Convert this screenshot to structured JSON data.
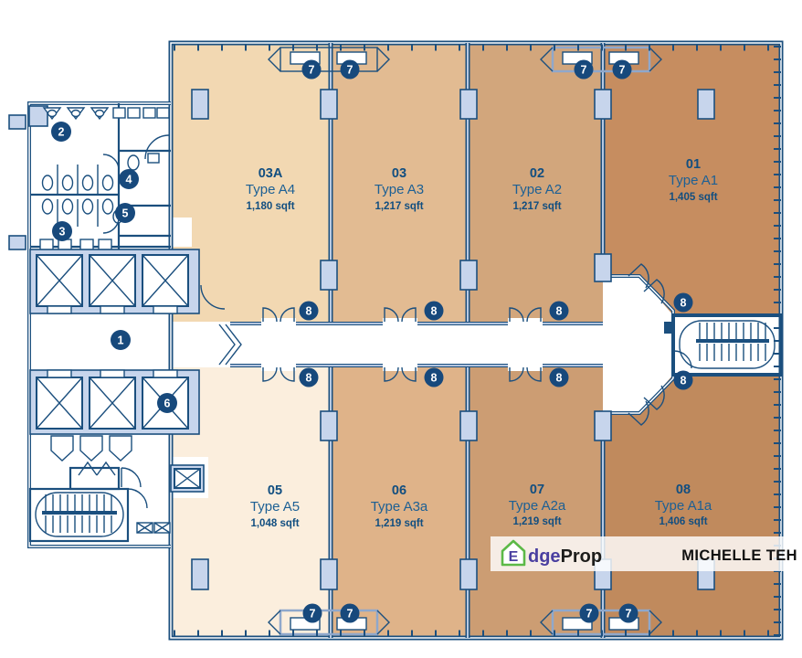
{
  "palette": {
    "line": "#1b4f7e",
    "wall_fill": "#c7d5ec",
    "marker_bg": "#17497c",
    "text_navy": "#114e80",
    "text_type": "#1d6094",
    "band_bg": "rgba(255,255,255,0.82)",
    "brand_green": "#5cb947",
    "brand_purple": "#4a3fa0",
    "brand_dark": "#1d1d1b",
    "agent_color": "#111111"
  },
  "units": [
    {
      "number": "03A",
      "type": "Type A4",
      "area": "1,180 sqft",
      "color": "#f2d8b2"
    },
    {
      "number": "03",
      "type": "Type A3",
      "area": "1,217 sqft",
      "color": "#e2bb92"
    },
    {
      "number": "02",
      "type": "Type A2",
      "area": "1,217 sqft",
      "color": "#d2a67c"
    },
    {
      "number": "01",
      "type": "Type A1",
      "area": "1,405 sqft",
      "color": "#c68d60"
    },
    {
      "number": "05",
      "type": "Type A5",
      "area": "1,048 sqft",
      "color": "#fbeedd"
    },
    {
      "number": "06",
      "type": "Type A3a",
      "area": "1,219 sqft",
      "color": "#dfb389"
    },
    {
      "number": "07",
      "type": "Type A2a",
      "area": "1,219 sqft",
      "color": "#cc9d73"
    },
    {
      "number": "08",
      "type": "Type A1a",
      "area": "1,406 sqft",
      "color": "#c08a5d"
    }
  ],
  "markers": {
    "m1": "1",
    "m2": "2",
    "m3": "3",
    "m4": "4",
    "m5": "5",
    "m6": "6",
    "m7": "7",
    "m8": "8"
  },
  "watermark": {
    "brand_house_letter": "E",
    "brand_mid": "dge",
    "brand_tail": "Prop",
    "agent_name": "MICHELLE TEH"
  }
}
